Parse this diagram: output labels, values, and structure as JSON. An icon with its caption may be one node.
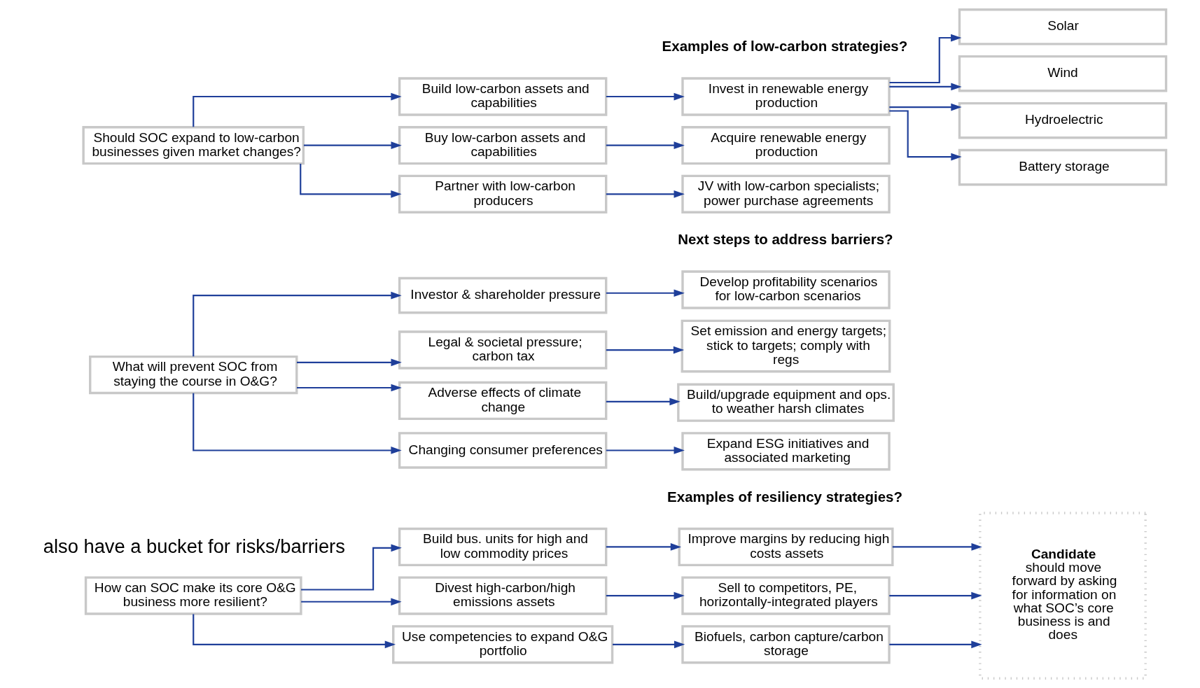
{
  "diagram": {
    "nodes": [
      {
        "text": [
          "How can SOC make its core O&G business more resilient?"
        ]
      },
      {
        "text": [
          "Build bus. units for high and low commodity prices"
        ]
      },
      {
        "text": [
          "Divest high-carbon/high emissions assets"
        ]
      },
      {
        "text": [
          "Use competencies to expand O&G portfolio"
        ]
      },
      {
        "text": [
          "Improve margins by reducing high costs assets"
        ]
      },
      {
        "text": [
          "Sell to competitors, PE, horizontally-integrated players"
        ]
      },
      {
        "text": [
          "Biofuels, carbon capture/carbon storage"
        ]
      },
      {
        "text": [
          "**Candidate** should move forward by asking for information on what SOC’s core business is and does"
        ]
      },
      {
        "text": [
          "What will prevent SOC from staying the course in O&G?"
        ]
      },
      {
        "text": [
          "Investor & shareholder pressure"
        ]
      },
      {
        "text": [
          "Legal & societal pressure; carbon tax"
        ]
      },
      {
        "text": [
          "Adverse effects of climate change"
        ]
      },
      {
        "text": [
          "Changing consumer preferences"
        ]
      },
      {
        "text": [
          "Develop profitability scenarios for low-carbon scenarios"
        ]
      },
      {
        "text": [
          "Set emission and energy targets; stick to targets; comply with regs"
        ]
      },
      {
        "text": [
          "Build/upgrade equipment and ops. to weather harsh climates"
        ]
      },
      {
        "text": [
          "Expand ESG initiatives and associated marketing"
        ]
      },
      {
        "text": [
          "Should SOC expand to low-carbon businesses given market changes?"
        ]
      },
      {
        "text": [
          "Build low-carbon assets and capabilities"
        ]
      },
      {
        "text": [
          "Buy low-carbon assets and capabilities"
        ]
      },
      {
        "text": [
          "Partner with low-carbon producers"
        ]
      },
      {
        "text": [
          "Invest in renewable energy production"
        ]
      },
      {
        "text": [
          "Acquire renewable energy production"
        ]
      },
      {
        "text": [
          "JV with low-carbon specialists; power purchase agreements"
        ]
      },
      {
        "text": [
          "Solar"
        ]
      },
      {
        "text": [
          "Wind"
        ]
      },
      {
        "text": [
          "Hydroelectric"
        ]
      },
      {
        "text": [
          "Battery storage"
        ]
      }
    ],
    "edges": [
      {
        "from": 0,
        "to": 1,
        "arrow": "to"
      },
      {
        "from": 0,
        "to": 2,
        "arrow": "to"
      },
      {
        "from": 0,
        "to": 3,
        "arrow": "to"
      },
      {
        "from": 1,
        "to": 4,
        "arrow": "to"
      },
      {
        "from": 2,
        "to": 5,
        "arrow": "to"
      },
      {
        "from": 3,
        "to": 6,
        "arrow": "to"
      },
      {
        "from": 4,
        "to": 7,
        "arrow": "to"
      },
      {
        "from": 5,
        "to": 7,
        "arrow": "to"
      },
      {
        "from": 6,
        "to": 7,
        "arrow": "to"
      },
      {
        "from": 8,
        "to": 9,
        "arrow": "to"
      },
      {
        "from": 8,
        "to": 10,
        "arrow": "to"
      },
      {
        "from": 8,
        "to": 11,
        "arrow": "to"
      },
      {
        "from": 8,
        "to": 12,
        "arrow": "to"
      },
      {
        "from": 9,
        "to": 13,
        "arrow": "to"
      },
      {
        "from": 10,
        "to": 14,
        "arrow": "to"
      },
      {
        "from": 11,
        "to": 15,
        "arrow": "to"
      },
      {
        "from": 12,
        "to": 16,
        "arrow": "to"
      },
      {
        "from": 17,
        "to": 18,
        "arrow": "to"
      },
      {
        "from": 17,
        "to": 19,
        "arrow": "to"
      },
      {
        "from": 17,
        "to": 20,
        "arrow": "to"
      },
      {
        "from": 18,
        "to": 21,
        "arrow": "to"
      },
      {
        "from": 19,
        "to": 22,
        "arrow": "to"
      },
      {
        "from": 20,
        "to": 23,
        "arrow": "to"
      },
      {
        "from": 21,
        "to": 24,
        "arrow": "to"
      },
      {
        "from": 21,
        "to": 25,
        "arrow": "to"
      },
      {
        "from": 21,
        "to": 26,
        "arrow": "to"
      },
      {
        "from": 21,
        "to": 27,
        "arrow": "to"
      }
    ],
    "labels": [
      "also have a bucket for risks/barriers",
      "Examples of resiliency strategies?",
      "Next steps to address barriers?",
      "Examples of low-carbon strategies?"
    ]
  }
}
